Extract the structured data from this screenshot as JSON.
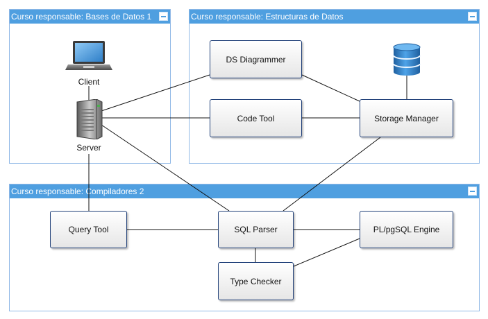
{
  "groups": {
    "bases": {
      "title": "Curso responsable: Bases de Datos 1"
    },
    "estructuras": {
      "title": "Curso responsable: Estructuras de Datos"
    },
    "compiladores": {
      "title": "Curso responsable: Compiladores 2"
    }
  },
  "nodes": {
    "client": "Client",
    "server": "Server",
    "ds_diagrammer": "DS Diagrammer",
    "code_tool": "Code Tool",
    "storage_manager": "Storage Manager",
    "query_tool": "Query Tool",
    "sql_parser": "SQL Parser",
    "plpgsql_engine": "PL/pgSQL Engine",
    "type_checker": "Type Checker"
  },
  "icons": {
    "client": "laptop-icon",
    "server": "server-icon",
    "database": "database-icon"
  },
  "edges": [
    [
      "client",
      "server"
    ],
    [
      "server",
      "ds_diagrammer"
    ],
    [
      "server",
      "code_tool"
    ],
    [
      "server",
      "sql_parser"
    ],
    [
      "server",
      "query_tool"
    ],
    [
      "ds_diagrammer",
      "storage_manager"
    ],
    [
      "code_tool",
      "storage_manager"
    ],
    [
      "storage_manager",
      "database"
    ],
    [
      "storage_manager",
      "sql_parser"
    ],
    [
      "query_tool",
      "sql_parser"
    ],
    [
      "sql_parser",
      "plpgsql_engine"
    ],
    [
      "sql_parser",
      "type_checker"
    ],
    [
      "type_checker",
      "plpgsql_engine"
    ]
  ],
  "colors": {
    "group_header": "#4f9fe0",
    "group_border": "#8fb8e6",
    "node_border": "#1f3f78",
    "edge": "#111111",
    "database": "#2a78c8"
  }
}
